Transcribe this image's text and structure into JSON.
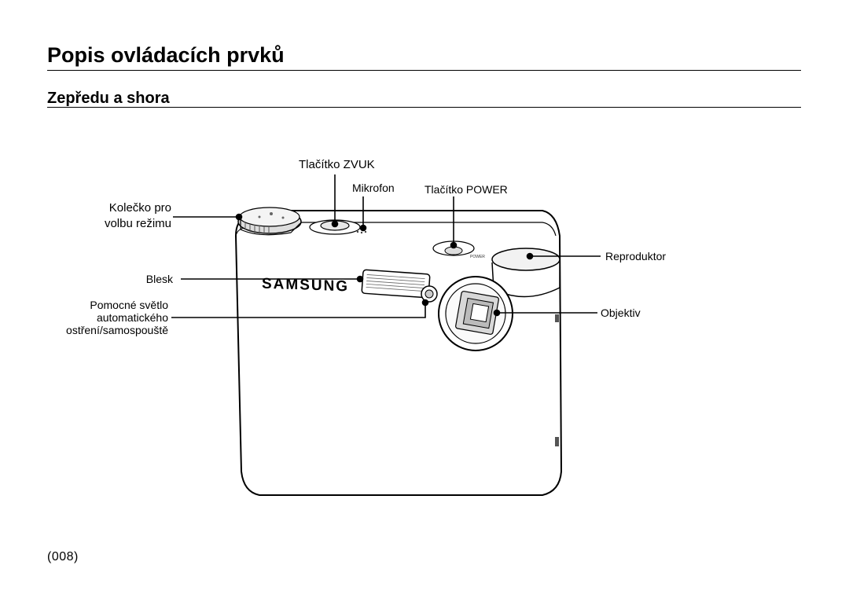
{
  "page": {
    "title": "Popis ovládacích prvků",
    "subtitle": "Zepředu a shora",
    "page_number": "008"
  },
  "camera": {
    "brand": "SAMSUNG"
  },
  "labels": {
    "sound_button": "Tlačítko ZVUK",
    "microphone": "Mikrofon",
    "power_button": "Tlačítko POWER",
    "mode_dial_line1": "Kolečko pro",
    "mode_dial_line2": "volbu režimu",
    "flash": "Blesk",
    "af_lamp_line1": "Pomocné světlo",
    "af_lamp_line2": "automatického",
    "af_lamp_line3": "ostření/samospouště",
    "speaker": "Reproduktor",
    "lens": "Objektiv"
  }
}
